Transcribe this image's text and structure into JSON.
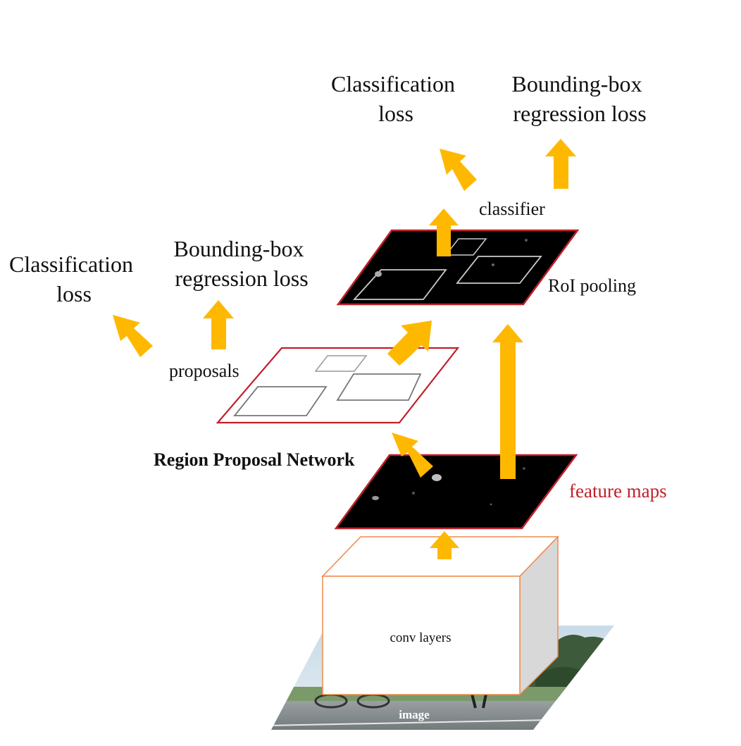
{
  "labels": {
    "classification_loss_top": [
      "Classification",
      "loss"
    ],
    "bbox_regression_top": [
      "Bounding-box",
      "regression loss"
    ],
    "classifier": "classifier",
    "roi_pooling": "RoI pooling",
    "classification_loss_left": [
      "Classification",
      "loss"
    ],
    "bbox_regression_left": [
      "Bounding-box",
      "regression loss"
    ],
    "proposals": "proposals",
    "rpn": "Region Proposal Network",
    "feature_maps": "feature maps",
    "conv_layers": "conv layers",
    "image": "image"
  },
  "colors": {
    "arrow": "#FFB800",
    "plane_border": "#C0202A",
    "box_border": "#F08A4B",
    "feature_maps_text": "#C0202A",
    "feature_map_fill": "#000000",
    "text": "#111111"
  }
}
